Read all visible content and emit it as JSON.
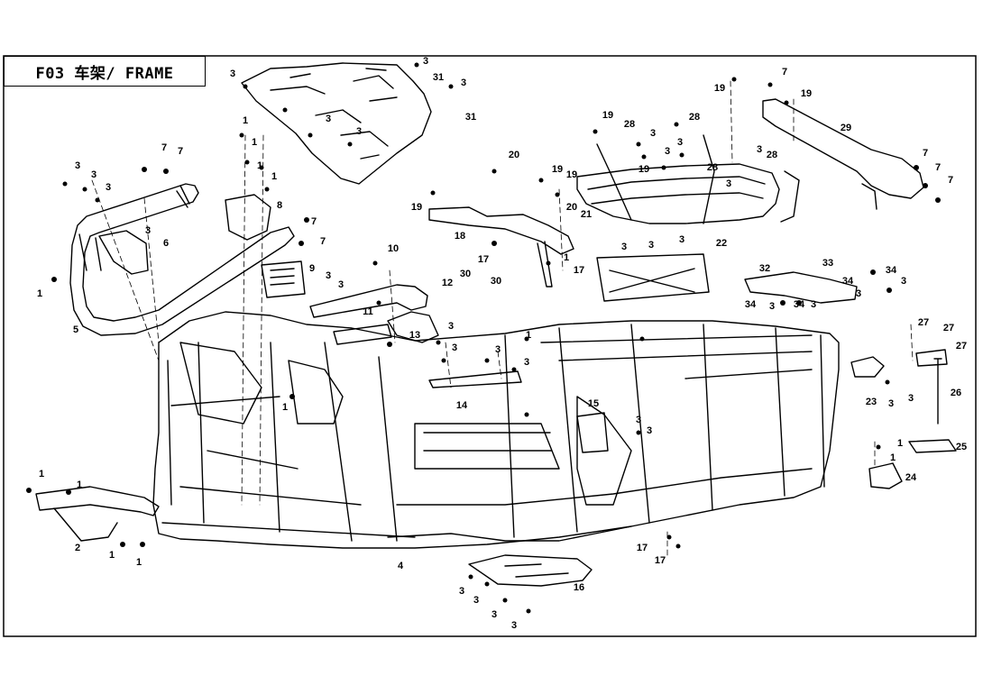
{
  "title": "F03 车架/ FRAME",
  "callouts": [
    {
      "n": "1"
    },
    {
      "n": "2"
    },
    {
      "n": "3"
    },
    {
      "n": "4"
    },
    {
      "n": "5"
    },
    {
      "n": "6"
    },
    {
      "n": "7"
    },
    {
      "n": "8"
    },
    {
      "n": "9"
    },
    {
      "n": "10"
    },
    {
      "n": "11"
    },
    {
      "n": "12"
    },
    {
      "n": "13"
    },
    {
      "n": "14"
    },
    {
      "n": "15"
    },
    {
      "n": "16"
    },
    {
      "n": "17"
    },
    {
      "n": "18"
    },
    {
      "n": "19"
    },
    {
      "n": "20"
    },
    {
      "n": "21"
    },
    {
      "n": "22"
    },
    {
      "n": "23"
    },
    {
      "n": "24"
    },
    {
      "n": "25"
    },
    {
      "n": "26"
    },
    {
      "n": "27"
    },
    {
      "n": "28"
    },
    {
      "n": "29"
    },
    {
      "n": "30"
    },
    {
      "n": "31"
    },
    {
      "n": "32"
    },
    {
      "n": "33"
    },
    {
      "n": "34"
    }
  ],
  "colors": {
    "line": "#000000",
    "background": "#ffffff"
  }
}
